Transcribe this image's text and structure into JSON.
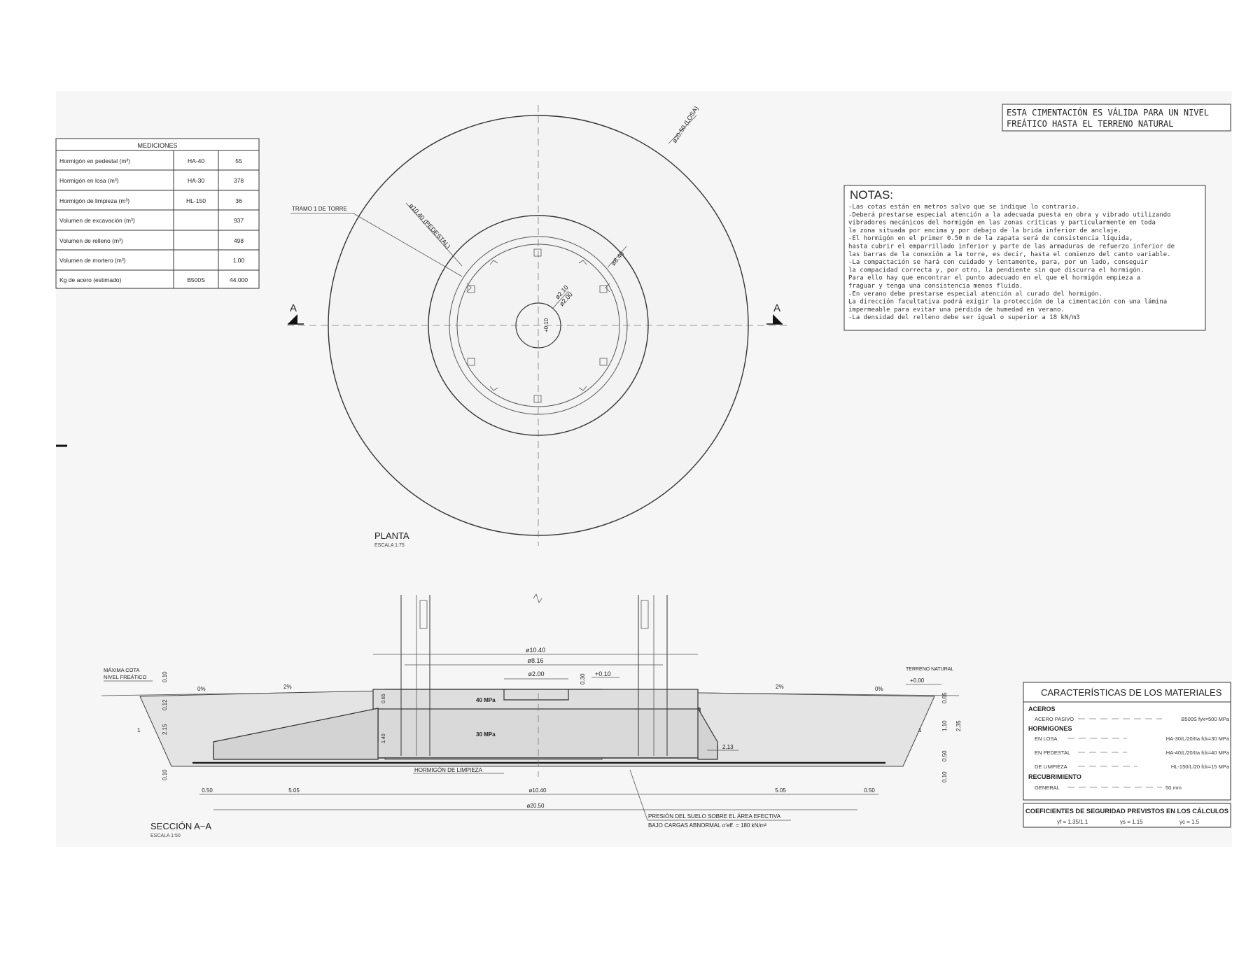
{
  "mediciones": {
    "title": "MEDICIONES",
    "rows": [
      {
        "label": "Hormigón en pedestal (m³)",
        "type": "HA-40",
        "value": "55"
      },
      {
        "label": "Hormigón en losa (m³)",
        "type": "HA-30",
        "value": "378"
      },
      {
        "label": "Hormigón de limpieza (m³)",
        "type": "HL-150",
        "value": "36"
      },
      {
        "label": "Volumen de excavación (m³)",
        "type": "",
        "value": "937"
      },
      {
        "label": "Volumen de relleno (m³)",
        "type": "",
        "value": "498"
      },
      {
        "label": "Volumen de mortero (m³)",
        "type": "",
        "value": "1,00"
      },
      {
        "label": "Kg de acero (estimado)",
        "type": "B500S",
        "value": "44.000"
      }
    ]
  },
  "validity_note": [
    "ESTA CIMENTACIÓN ES VÁLIDA PARA UN NIVEL",
    "FREÁTICO HASTA EL TERRENO NATURAL"
  ],
  "notas": {
    "title": "NOTAS:",
    "lines": [
      "-Las cotas están en metros salvo que se indique lo contrario.",
      "-Deberá prestarse especial atención a la adecuada puesta en obra y vibrado utilizando",
      " vibradores mecánicos del hormigón en las zonas críticas y particularmente en toda",
      " la zona situada por encima y por debajo de la brida inferior de anclaje.",
      "-El hormigón en el primer 0.50 m de la zapata será de consistencia líquida,",
      " hasta cubrir el emparrillado inferior y parte de las armaduras de refuerzo inferior de",
      " las barras de la conexión a la torre, es decir, hasta el comienzo del canto variable.",
      "-La compactación se hará con cuidado y lentamente, para, por un lado, conseguir",
      " la compacidad correcta y, por otro, la pendiente sin que discurra el hormigón.",
      " Para ello hay que encontrar el punto adecuado en el que el hormigón empieza a",
      " fraguar y tenga una consistencia menos fluida.",
      "-En verano debe prestarse especial atención al curado del hormigón.",
      " La dirección facultativa podrá exigir la protección de la cimentación con una lámina",
      " impermeable para evitar una pérdida de humedad en verano.",
      "-La densidad del relleno debe ser igual o superior a 18 kN/m3"
    ]
  },
  "planta": {
    "title": "PLANTA",
    "scale": "ESCALA 1:75",
    "dim_outer": "ø20.50 (LOSA)",
    "dim_pedestal": "ø10.40 (PEDESTAL)",
    "dim_inner": "ø8.40",
    "dim_small1": "ø2.10",
    "dim_small2": "ø2.00",
    "center_label": "+0.10",
    "tramo_label": "TRAMO 1 DE TORRE",
    "section_mark": "A"
  },
  "seccion": {
    "title": "SECCIÓN A−A",
    "scale": "ESCALA 1:50",
    "dim_top1": "ø10.40",
    "dim_top2": "ø8.16",
    "dim_top3": "ø2.00",
    "dim_030": "0.30",
    "elev_010": "+0.10",
    "maxima_cota": "MÁXIMA COTA",
    "nivel_freatico": "NIVEL FREÁTICO",
    "terreno_natural": "TERRENO NATURAL",
    "elev_000": "+0.00",
    "slope_0": "0%",
    "slope_2": "2%",
    "mpa_40": "40 MPa",
    "mpa_30": "30 MPa",
    "dim_213": "2.13",
    "hormigon_limpieza": "HORMIGÓN DE LIMPIEZA",
    "dim_050": "0.50",
    "dim_505": "5.05",
    "dim_1040": "ø10.40",
    "dim_2050": "ø20.50",
    "presion_line1": "PRESIÓN DEL SUELO SOBRE EL ÁREA EFECTIVA",
    "presion_line2": "BAJO CARGAS ABNORMAL σ'eff. = 180 kN/m²",
    "vdim_010": "0.10",
    "vdim_012": "0.12",
    "vdim_215": "2.15",
    "vdim_065": "0.65",
    "vdim_140": "1.40",
    "vdim_110": "1.10",
    "vdim_235": "2.35",
    "slope_one": "1"
  },
  "materiales": {
    "title": "CARACTERÍSTICAS DE LOS MATERIALES",
    "aceros_head": "ACEROS",
    "aceros": [
      {
        "label": "ACERO PASIVO",
        "spec": "B500S fyk=500 MPa"
      }
    ],
    "hormigones_head": "HORMIGONES",
    "hormigones": [
      {
        "label": "EN LOSA",
        "spec": "HA-30/L/20/IIa   fck=30 MPa"
      },
      {
        "label": "EN PEDESTAL",
        "spec": "HA-40/L/20/IIa   fck=40 MPa"
      },
      {
        "label": "DE LIMPIEZA",
        "spec": "HL-150/L/20   fck=15 MPa"
      }
    ],
    "recubrimiento_head": "RECUBRIMIENTO",
    "recubrimiento": [
      {
        "label": "GENERAL",
        "spec": "50 mm"
      }
    ],
    "coef_title": "COEFICIENTES DE SEGURIDAD PREVISTOS EN LOS CÁLCULOS",
    "coef_values": [
      "γf = 1.35/1.1",
      "γs = 1.15",
      "γc = 1.5"
    ]
  }
}
